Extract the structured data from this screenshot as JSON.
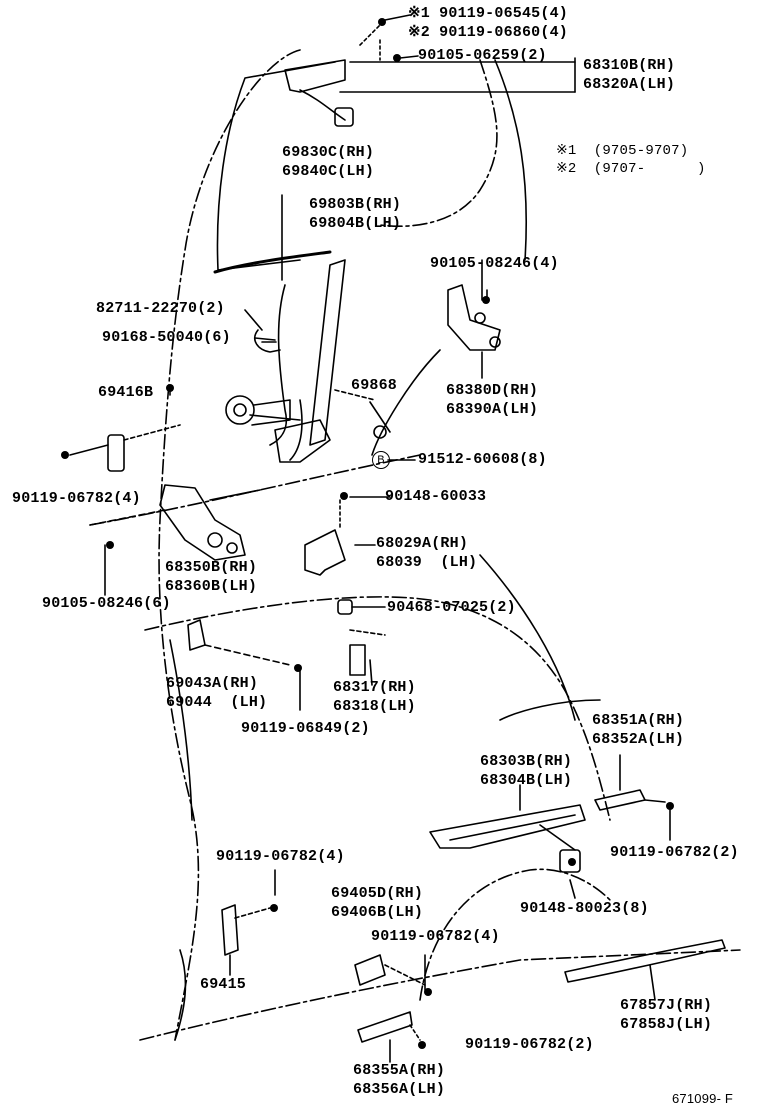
{
  "legend": {
    "note1": "※1 90119-06545(4)",
    "note2": "※2 90119-06860(4)",
    "range1": "※1  (9705-9707)",
    "range2": "※2  (9707-      )"
  },
  "parts": {
    "p90105_06259": "90105-06259(2)",
    "p68310B": "68310B(RH)",
    "p68320A": "68320A(LH)",
    "p69830C": "69830C(RH)",
    "p69840C": "69840C(LH)",
    "p69803B": "69803B(RH)",
    "p69804B": "69804B(LH)",
    "p90105_08246_4": "90105-08246(4)",
    "p82711": "82711-22270(2)",
    "p90168": "90168-50040(6)",
    "p69416B": "69416B",
    "p69868": "69868",
    "p68380D": "68380D(RH)",
    "p68390A": "68390A(LH)",
    "p91512": "91512-60608(8)",
    "p90119_06782_4a": "90119-06782(4)",
    "p90148_60033": "90148-60033",
    "p68350B": "68350B(RH)",
    "p68360B": "68360B(LH)",
    "p68029A": "68029A(RH)",
    "p68039": "68039  (LH)",
    "p90105_08246_6": "90105-08246(6)",
    "p90468": "90468-07025(2)",
    "p69043A": "69043A(RH)",
    "p69044": "69044  (LH)",
    "p68317": "68317(RH)",
    "p68318": "68318(LH)",
    "p90119_06849": "90119-06849(2)",
    "p68351A": "68351A(RH)",
    "p68352A": "68352A(LH)",
    "p68303B": "68303B(RH)",
    "p68304B": "68304B(LH)",
    "p90119_06782_2a": "90119-06782(2)",
    "p90119_06782_4b": "90119-06782(4)",
    "p90148_80023": "90148-80023(8)",
    "p69405D": "69405D(RH)",
    "p69406B": "69406B(LH)",
    "p90119_06782_4c": "90119-06782(4)",
    "p69415": "69415",
    "p67857J": "67857J(RH)",
    "p67858J": "67858J(LH)",
    "p68355A": "68355A(RH)",
    "p68356A": "68356A(LH)",
    "p90119_06782_2b": "90119-06782(2)"
  },
  "callout_b": "B",
  "figure_id": "671099- F"
}
